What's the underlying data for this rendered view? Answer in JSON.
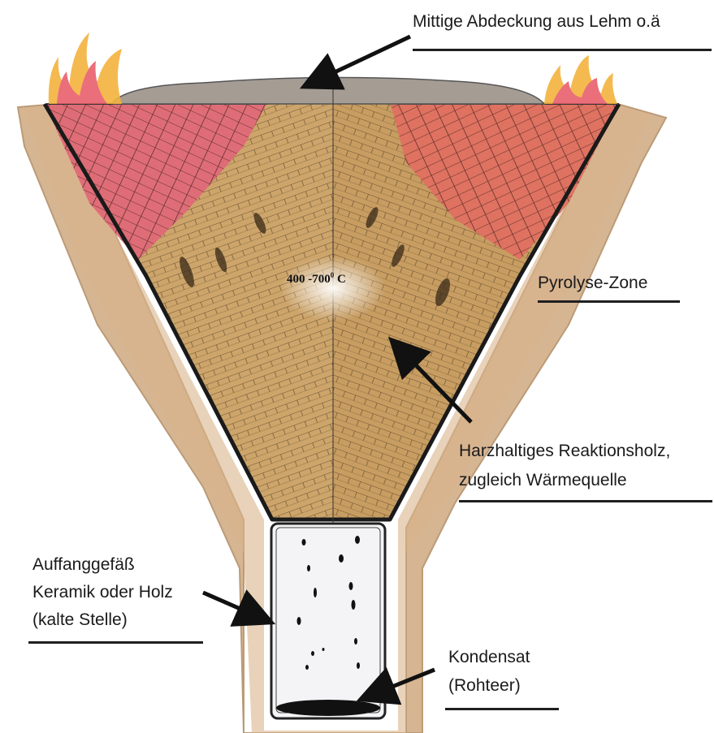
{
  "labels": {
    "cover": "Mittige Abdeckung aus Lehm o.ä",
    "pyrolysis": "Pyrolyse-Zone",
    "wood_line1": "Harzhaltiges Reaktionsholz,",
    "wood_line2": "zugleich Wärmequelle",
    "vessel_line1": "Auffanggefäß",
    "vessel_line2": "Keramik oder Holz",
    "vessel_line3": "(kalte Stelle)",
    "condensate_line1": "Kondensat",
    "condensate_line2": "(Rohteer)"
  },
  "temperature": {
    "range": "400 -700",
    "degree": "0",
    "unit": " C"
  },
  "colors": {
    "soil": "#c9a27a",
    "soil_dark": "#a9825a",
    "wood": "#c8a065",
    "wood_dark": "#8a6a3a",
    "hot_zone": "#e06070",
    "hot_zone_orange": "#e88a50",
    "clay_cover": "#9a9088",
    "flame": "#f0b040",
    "tar": "#111111"
  }
}
